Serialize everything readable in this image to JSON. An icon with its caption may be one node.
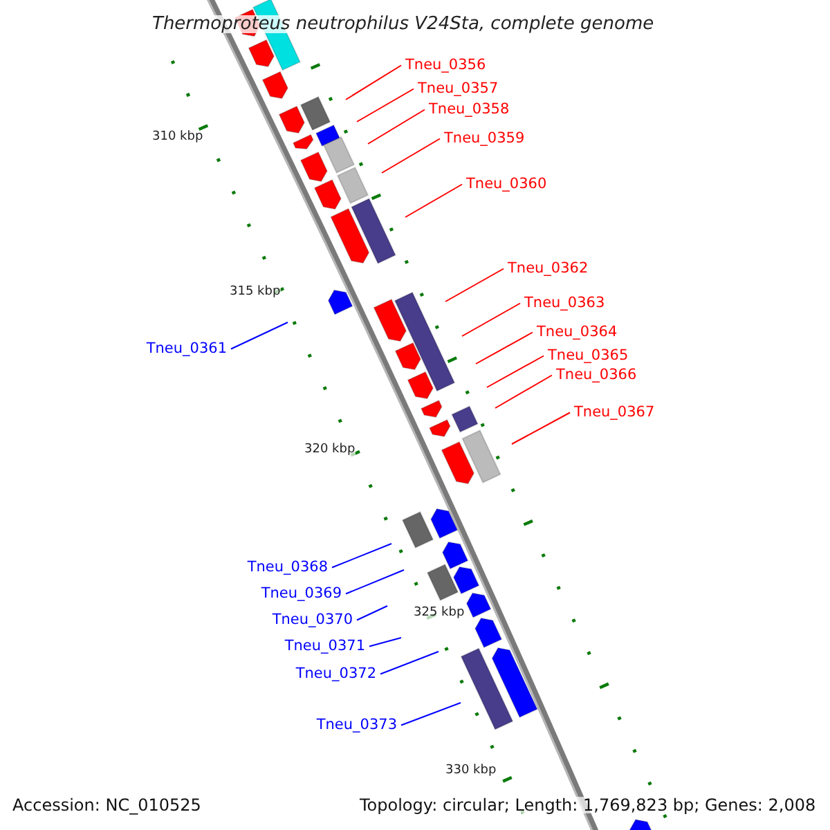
{
  "diagram": {
    "title": "Thermoproteus neutrophilus V24Sta, complete genome",
    "nodes": [
      {
        "text": [
          "Tneu_0356"
        ]
      },
      {
        "text": [
          "Tneu_0357"
        ]
      },
      {
        "text": [
          "Tneu_0358"
        ]
      },
      {
        "text": [
          "Tneu_0359"
        ]
      },
      {
        "text": [
          "Tneu_0360"
        ]
      },
      {
        "text": [
          "Tneu_0361"
        ]
      },
      {
        "text": [
          "Tneu_0362"
        ]
      },
      {
        "text": [
          "Tneu_0363"
        ]
      },
      {
        "text": [
          "Tneu_0364"
        ]
      },
      {
        "text": [
          "Tneu_0365"
        ]
      },
      {
        "text": [
          "Tneu_0366"
        ]
      },
      {
        "text": [
          "Tneu_0367"
        ]
      },
      {
        "text": [
          "Tneu_0368"
        ]
      },
      {
        "text": [
          "Tneu_0369"
        ]
      },
      {
        "text": [
          "Tneu_0370"
        ]
      },
      {
        "text": [
          "Tneu_0371"
        ]
      },
      {
        "text": [
          "Tneu_0372"
        ]
      },
      {
        "text": [
          "Tneu_0373"
        ]
      }
    ],
    "edges": [
      {
        "from": 0,
        "to": null,
        "arrow": "none"
      },
      {
        "from": 1,
        "to": null,
        "arrow": "none"
      },
      {
        "from": 2,
        "to": null,
        "arrow": "none"
      },
      {
        "from": 3,
        "to": null,
        "arrow": "none"
      },
      {
        "from": 4,
        "to": null,
        "arrow": "none"
      },
      {
        "from": 5,
        "to": null,
        "arrow": "none",
        "color": "#0000ff"
      },
      {
        "from": 6,
        "to": null,
        "arrow": "none"
      },
      {
        "from": 7,
        "to": null,
        "arrow": "none"
      },
      {
        "from": 8,
        "to": null,
        "arrow": "none"
      },
      {
        "from": 9,
        "to": null,
        "arrow": "none"
      },
      {
        "from": 10,
        "to": null,
        "arrow": "none"
      },
      {
        "from": 11,
        "to": null,
        "arrow": "none"
      },
      {
        "from": 12,
        "to": null,
        "arrow": "none",
        "color": "#0000ff"
      },
      {
        "from": 13,
        "to": null,
        "arrow": "none",
        "color": "#0000ff"
      },
      {
        "from": 14,
        "to": null,
        "arrow": "none",
        "color": "#0000ff"
      },
      {
        "from": 15,
        "to": null,
        "arrow": "none",
        "color": "#0000ff"
      },
      {
        "from": 16,
        "to": null,
        "arrow": "none",
        "color": "#0000ff"
      },
      {
        "from": 17,
        "to": null,
        "arrow": "none",
        "color": "#0000ff"
      }
    ],
    "labels": [
      "310 kbp",
      "315 kbp",
      "320 kbp",
      "325 kbp",
      "330 kbp",
      "Accession: NC_010525",
      "Topology: circular; Length: 1,769,823 bp; Genes: 2,008"
    ]
  }
}
